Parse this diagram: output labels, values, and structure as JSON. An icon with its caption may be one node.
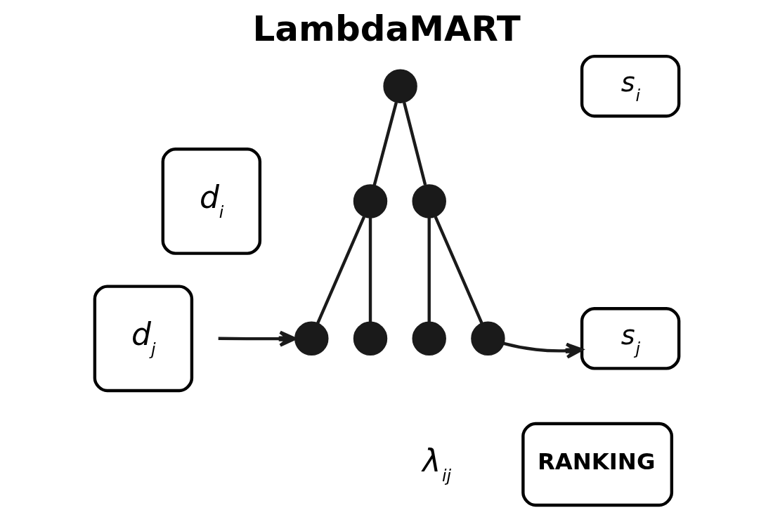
{
  "diagram": {
    "title": "LambdaMART",
    "nodes": [
      {
        "text": [
          "d$_{i}$"
        ]
      },
      {
        "text": [
          "d$_{j}$"
        ]
      },
      {
        "text": [],
        "shape": "circle"
      },
      {
        "text": [],
        "shape": "circle"
      },
      {
        "text": [],
        "shape": "circle"
      },
      {
        "text": [],
        "shape": "circle"
      },
      {
        "text": [],
        "shape": "circle"
      },
      {
        "text": [],
        "shape": "circle"
      },
      {
        "text": [],
        "shape": "circle"
      },
      {
        "text": [
          "s$_{i}$"
        ]
      },
      {
        "text": [
          "s$_{j}$"
        ]
      },
      {
        "text": [
          "RANKING"
        ]
      }
    ],
    "edges": [
      {
        "from": 2,
        "to": 3,
        "arrow": "none"
      },
      {
        "from": 2,
        "to": 4,
        "arrow": "none"
      },
      {
        "from": 3,
        "to": 5,
        "arrow": "none"
      },
      {
        "from": 3,
        "to": 6,
        "arrow": "none"
      },
      {
        "from": 4,
        "to": 7,
        "arrow": "none"
      },
      {
        "from": 4,
        "to": 8,
        "arrow": "none"
      },
      {
        "from": null,
        "to": 5,
        "arrow": "to"
      },
      {
        "from": 8,
        "to": 10,
        "arrow": "to"
      }
    ],
    "labels": [
      "λ$_{ij}$"
    ]
  }
}
